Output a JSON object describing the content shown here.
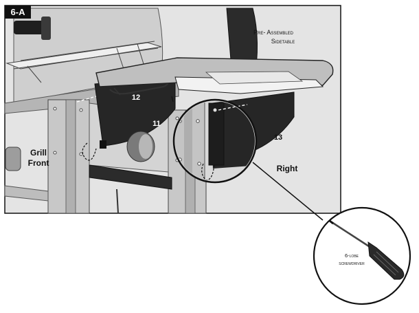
{
  "step": {
    "badge": "6-A"
  },
  "callouts": {
    "preassembled_line1": "Pre- Assembled",
    "preassembled_line2": "Sidetable",
    "part_12": "12",
    "part_11": "11",
    "part_13": "13",
    "grill_front_line1": "Grill",
    "grill_front_line2": "Front",
    "right": "Right"
  },
  "tool": {
    "label_line1": "6-lobe",
    "label_line2": "screwdriver"
  },
  "colors": {
    "ink": "#111111",
    "light_grey": "#d9d9d9",
    "mid_grey": "#a9a9a9",
    "dark_panel": "#262626",
    "bg": "#ffffff"
  }
}
